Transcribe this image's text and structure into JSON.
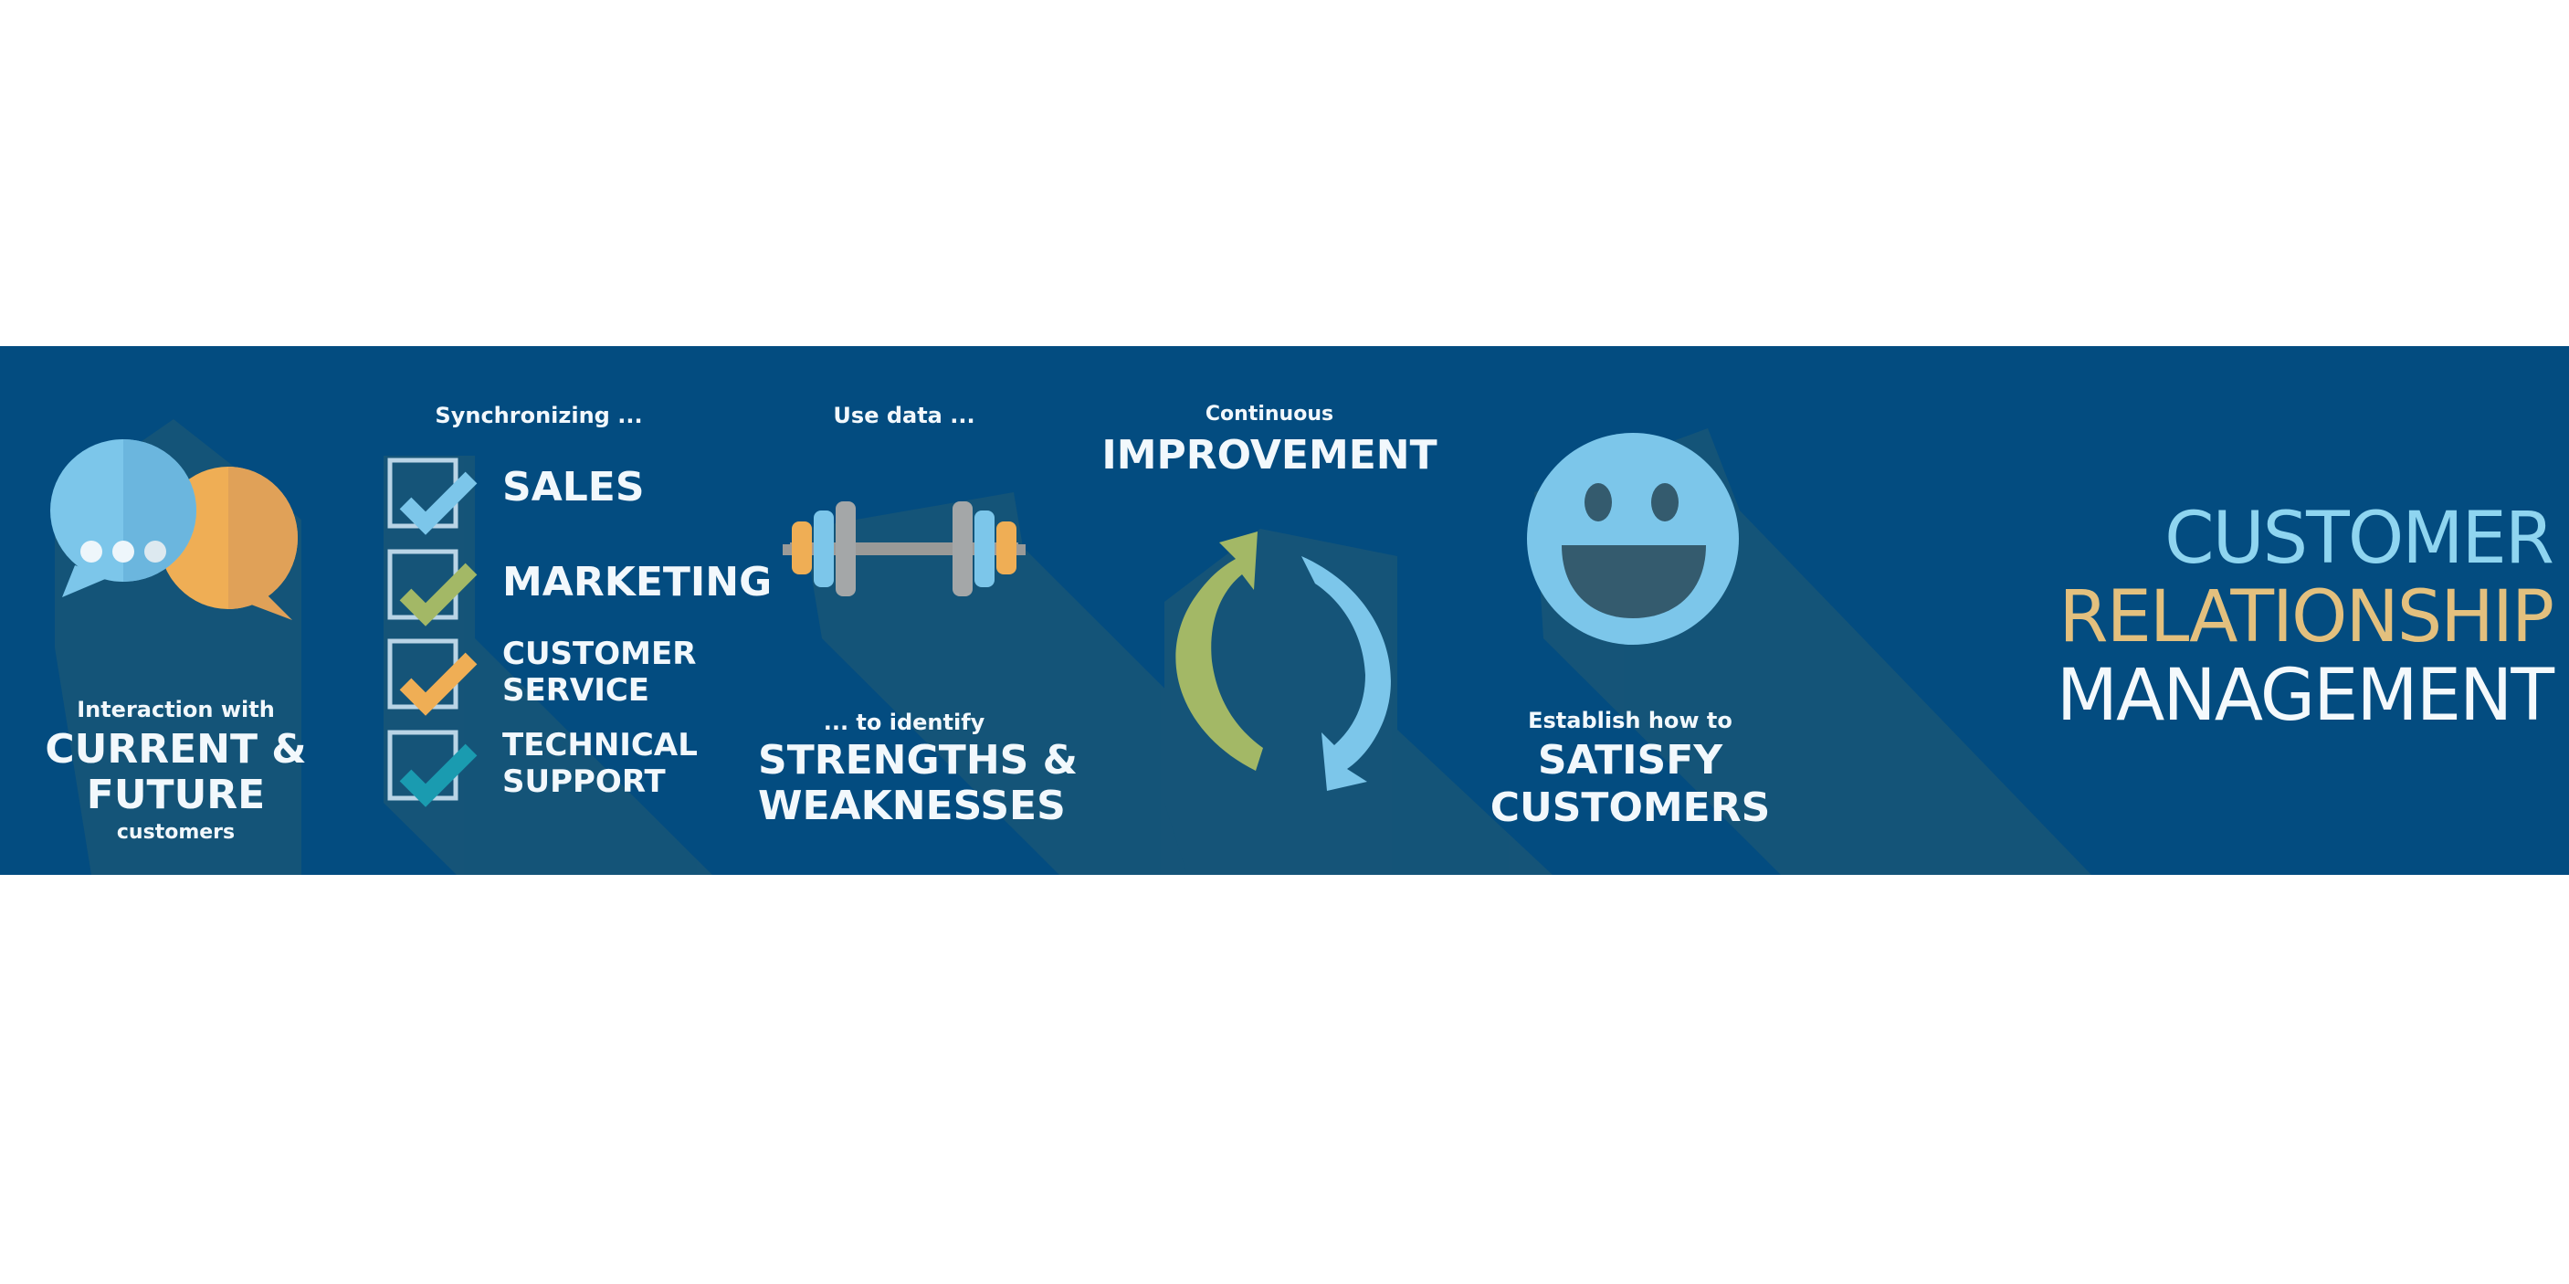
{
  "banner": {
    "background_color": "#034c80",
    "shadow_color": "#1b5776",
    "sections": [
      {
        "id": "interaction",
        "icon": "chat-bubbles-icon",
        "pre_text": "Interaction with",
        "headline_line1": "CURRENT &",
        "headline_line2": "FUTURE",
        "post_text": "customers"
      },
      {
        "id": "synchronizing",
        "pre_text": "Synchronizing ...",
        "items": [
          {
            "label_line1": "SALES",
            "label_line2": "",
            "check_color": "#7cc6ea"
          },
          {
            "label_line1": "MARKETING",
            "label_line2": "",
            "check_color": "#a3b866"
          },
          {
            "label_line1": "CUSTOMER",
            "label_line2": "SERVICE",
            "check_color": "#efae55"
          },
          {
            "label_line1": "TECHNICAL",
            "label_line2": "SUPPORT",
            "check_color": "#1a9bb0"
          }
        ]
      },
      {
        "id": "data",
        "icon": "dumbbell-icon",
        "pre_text": "Use data ...",
        "mid_text": "... to identify",
        "headline_line1": "STRENGTHS &",
        "headline_line2": "WEAKNESSES"
      },
      {
        "id": "improvement",
        "icon": "cycle-arrows-icon",
        "pre_text": "Continuous",
        "headline_line1": "IMPROVEMENT"
      },
      {
        "id": "satisfy",
        "icon": "smiley-face-icon",
        "pre_text": "Establish how to",
        "headline_line1": "SATISFY",
        "headline_line2": "CUSTOMERS"
      }
    ],
    "title": {
      "line1": "CUSTOMER",
      "line2": "RELATIONSHIP",
      "line3": "MANAGEMENT",
      "line1_color": "#8fd5f0",
      "line2_color": "#e3c07e",
      "line3_color": "#f4f9fc"
    }
  }
}
